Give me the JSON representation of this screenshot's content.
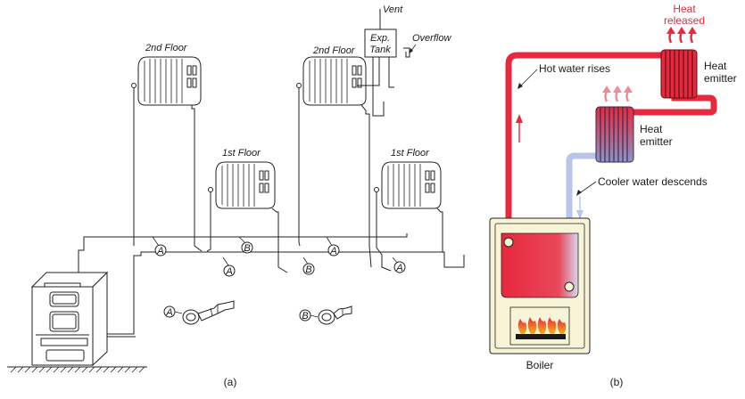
{
  "panel_a": {
    "caption": "(a)",
    "labels": {
      "floor2_left": "2nd Floor",
      "floor2_right": "2nd Floor",
      "floor1_left": "1st Floor",
      "floor1_right": "1st Floor",
      "vent": "Vent",
      "exp_tank_line1": "Exp.",
      "exp_tank_line2": "Tank",
      "overflow": "Overflow"
    },
    "fitting_markers": [
      "A",
      "B",
      "A",
      "A",
      "B",
      "A"
    ],
    "legend_markers": [
      "A",
      "B"
    ]
  },
  "panel_b": {
    "caption": "(b)",
    "heat_released_line1": "Heat",
    "heat_released_line2": "released",
    "hot_water_rises": "Hot water rises",
    "emitter_top_line1": "Heat",
    "emitter_top_line2": "emitter",
    "emitter_mid_line1": "Heat",
    "emitter_mid_line2": "emitter",
    "cooler_water": "Cooler water descends",
    "boiler": "Boiler",
    "colors": {
      "hot": "#e8283c",
      "cool": "#b8c4e8",
      "arrow_heat": "#e8283c",
      "boiler_body": "#f8f4d8",
      "flame": "#f28a1a"
    }
  }
}
